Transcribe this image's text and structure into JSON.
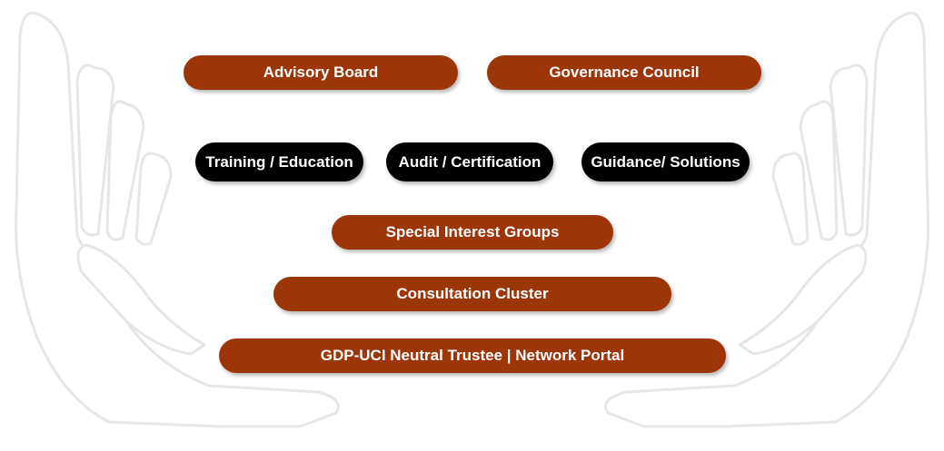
{
  "colors": {
    "accent": "#9c3508",
    "dark": "#000000",
    "hand_outline": "#e6e6e6"
  },
  "row1": {
    "advisory_board": "Advisory Board",
    "governance_council": "Governance Council"
  },
  "row2": {
    "training": "Training / Education",
    "audit": "Audit / Certification",
    "guidance": "Guidance/ Solutions"
  },
  "row3": {
    "special_interest": "Special Interest Groups"
  },
  "row4": {
    "consultation": "Consultation Cluster"
  },
  "row5": {
    "trustee": "GDP-UCI Neutral Trustee | Network Portal"
  }
}
